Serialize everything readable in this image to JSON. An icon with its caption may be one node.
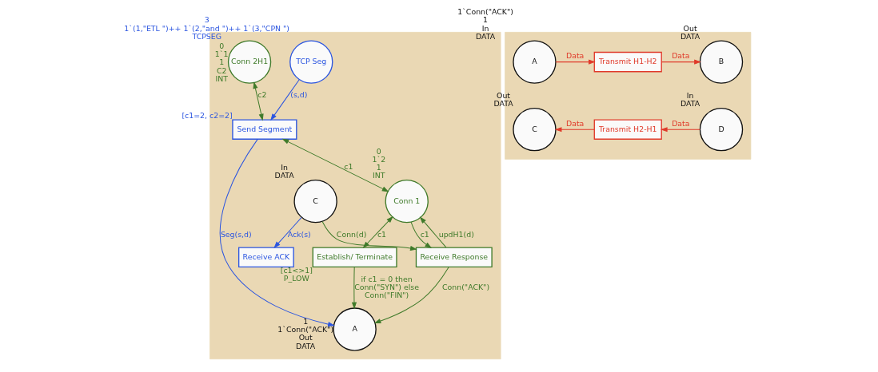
{
  "diagram": {
    "nodes": [
      {
        "text": [],
        "shape": "box"
      },
      {
        "text": [
          "Establish/ Terminate"
        ],
        "beside": [
          "[c1<>1]",
          "P_LOW"
        ],
        "in": 0
      },
      {
        "text": [
          "A"
        ],
        "beside": [
          "1",
          "1`Conn(\"ACK\")",
          "Out",
          "DATA"
        ],
        "in": 0
      },
      {
        "text": [
          "Conn 1"
        ],
        "beside": [
          "0",
          "1`2",
          "1",
          "INT"
        ],
        "in": 0
      },
      {
        "text": [
          "Send Segment"
        ],
        "beside": [
          "[c1=2, c2=2]"
        ],
        "in": 0
      },
      {
        "text": [
          "TCP Seg"
        ],
        "beside": [
          "3",
          "1`(1,\"ETL \")++ 1`(2,\"and \")++ 1`(3,\"CPN \")",
          "TCPSEG"
        ],
        "in": 0
      },
      {
        "text": [
          "Receive ACK"
        ],
        "in": 0
      },
      {
        "text": [
          "Conn 2H1"
        ],
        "beside": [
          "0",
          "1`1",
          "1",
          "C2",
          "INT"
        ],
        "in": 0
      },
      {
        "text": [
          "Receive Response"
        ],
        "in": 0
      },
      {
        "text": [
          "C"
        ],
        "beside": [
          "In",
          "DATA"
        ],
        "in": 0
      },
      {
        "text": [],
        "shape": "box"
      },
      {
        "text": [
          "A"
        ],
        "beside": [
          "1`Conn(\"ACK\")",
          "1",
          "In",
          "DATA"
        ],
        "in": 10
      },
      {
        "text": [
          "Transmit H1-H2"
        ],
        "in": 10
      },
      {
        "text": [
          "B"
        ],
        "beside": [
          "Out",
          "DATA"
        ],
        "in": 10
      },
      {
        "text": [
          "C"
        ],
        "beside": [
          "Out",
          "DATA"
        ],
        "in": 10
      },
      {
        "text": [
          "Transmit H2-H1"
        ],
        "in": 10
      },
      {
        "text": [
          "D"
        ],
        "beside": [
          "In",
          "DATA"
        ],
        "in": 10
      }
    ],
    "edges": [
      {
        "from": 1,
        "to": 2,
        "arrow": "to",
        "label": "if c1 = 0 then Conn(\"SYN\") else Conn(\"FIN\")"
      },
      {
        "from": 3,
        "to": 1,
        "arrow": "both",
        "label": "c1"
      },
      {
        "from": 3,
        "to": 8,
        "arrow": "to",
        "label": "c1"
      },
      {
        "from": 7,
        "to": 4,
        "arrow": "both",
        "label": "c2"
      },
      {
        "from": 4,
        "to": 3,
        "arrow": "both",
        "label": "c1"
      },
      {
        "from": 8,
        "to": 3,
        "arrow": "to",
        "label": "updH1(d)"
      },
      {
        "from": 8,
        "to": 2,
        "arrow": "to",
        "label": "Conn(\"ACK\")"
      },
      {
        "from": 9,
        "to": 8,
        "arrow": "to",
        "label": "Conn(d)"
      },
      {
        "from": 4,
        "to": 2,
        "arrow": "to",
        "label": "Seg(s,d)",
        "color": "#2b55e0"
      },
      {
        "from": 5,
        "to": 4,
        "arrow": "to",
        "label": "(s,d)",
        "color": "#2b55e0"
      },
      {
        "from": 9,
        "to": 6,
        "arrow": "to",
        "label": "Ack(s)",
        "color": "#2b55e0"
      },
      {
        "from": 11,
        "to": 12,
        "arrow": "to",
        "label": "Data",
        "color": "#e03a2a"
      },
      {
        "from": 12,
        "to": 13,
        "arrow": "to",
        "label": "Data",
        "color": "#e03a2a"
      },
      {
        "from": 15,
        "to": 14,
        "arrow": "to",
        "label": "Data",
        "color": "#e03a2a"
      },
      {
        "from": 16,
        "to": 15,
        "arrow": "to",
        "label": "Data",
        "color": "#e03a2a"
      }
    ]
  }
}
